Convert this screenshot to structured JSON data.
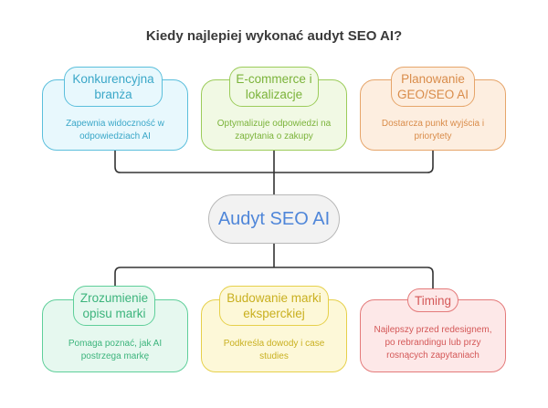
{
  "title": "Kiedy najlepiej wykonać audyt SEO AI?",
  "center": {
    "label": "Audyt SEO AI",
    "color": "#4f86d9"
  },
  "top_nodes": [
    {
      "title": "Konkurencyjna branża",
      "description": "Zapewnia widoczność w odpowiedziach AI",
      "border": "#5bbfdc",
      "fill": "#e8f8fd",
      "text": "#3aa7c8"
    },
    {
      "title": "E-commerce i lokalizacje",
      "description": "Optymalizuje odpowiedzi na zapytania o zakupy",
      "border": "#9ccc5a",
      "fill": "#f1f9e4",
      "text": "#7bb33a"
    },
    {
      "title": "Planowanie GEO/SEO AI",
      "description": "Dostarcza punkt wyjścia i priorytety",
      "border": "#e6a56a",
      "fill": "#fdeee0",
      "text": "#d98c4a"
    }
  ],
  "bottom_nodes": [
    {
      "title": "Zrozumienie opisu marki",
      "description": "Pomaga poznać, jak AI postrzega markę",
      "border": "#5fcf9a",
      "fill": "#e6f8ef",
      "text": "#3cb47c"
    },
    {
      "title": "Budowanie marki eksperckiej",
      "description": "Podkreśla dowody i case studies",
      "border": "#e6d04a",
      "fill": "#fdf8d8",
      "text": "#c9b020"
    },
    {
      "title": "Timing",
      "description": "Najlepszy przed redesignem, po rebrandingu lub przy rosnących zapytaniach",
      "border": "#e47a7a",
      "fill": "#fde8e8",
      "text": "#d45858"
    }
  ]
}
